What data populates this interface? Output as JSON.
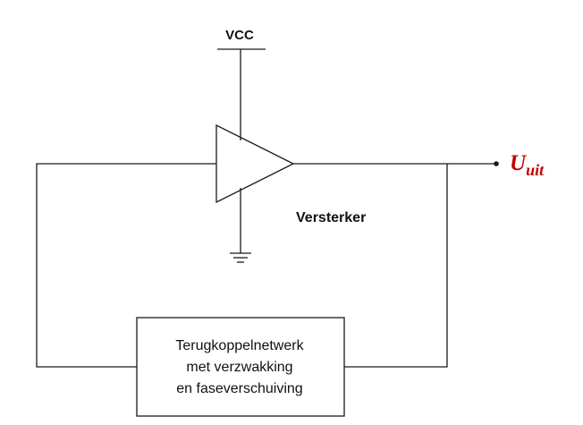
{
  "supply_label": "VCC",
  "amplifier_label": "Versterker",
  "output_label": {
    "main": "U",
    "subscript": "uit",
    "color": "#c00000"
  },
  "feedback_network": {
    "lines": [
      "Terugkoppelnetwerk",
      "met verzwakking",
      "en faseverschuiving"
    ]
  }
}
